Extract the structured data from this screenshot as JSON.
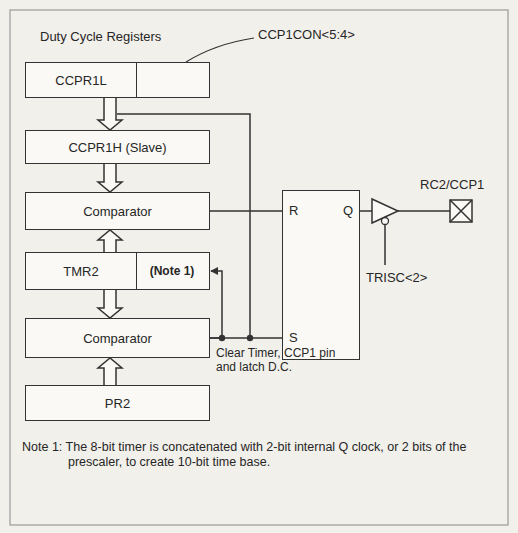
{
  "diagram": {
    "nodes": [
      {
        "text": [
          "CCPR1L"
        ]
      },
      {
        "text": [
          "CCPR1H (Slave)"
        ]
      },
      {
        "text": [
          "Comparator"
        ]
      },
      {
        "text": [
          "TMR2",
          "(Note 1)"
        ]
      },
      {
        "text": [
          "Comparator"
        ]
      },
      {
        "text": [
          "PR2"
        ]
      },
      {
        "text": [
          "R",
          "Q",
          "S"
        ]
      }
    ],
    "edges": [
      {
        "from": 0,
        "to": 1,
        "arrow": "to"
      },
      {
        "from": 1,
        "to": 2,
        "arrow": "to"
      },
      {
        "from": 3,
        "to": 2,
        "arrow": "to"
      },
      {
        "from": 3,
        "to": 4,
        "arrow": "to"
      },
      {
        "from": 5,
        "to": 4,
        "arrow": "to"
      },
      {
        "from": 2,
        "to": 6,
        "arrow": "none"
      },
      {
        "from": 4,
        "to": 6,
        "arrow": "none"
      },
      {
        "from": 4,
        "to": 3,
        "arrow": "to"
      }
    ],
    "labels": [
      "Duty Cycle Registers",
      "CCP1CON<5:4>",
      "RC2/CCP1",
      "TRISC<2>",
      "Clear Timer, CCP1 pin and latch D.C.",
      "Note 1: The 8-bit timer is concatenated with 2-bit internal Q clock, or 2 bits of the prescaler, to create 10-bit time base."
    ]
  }
}
